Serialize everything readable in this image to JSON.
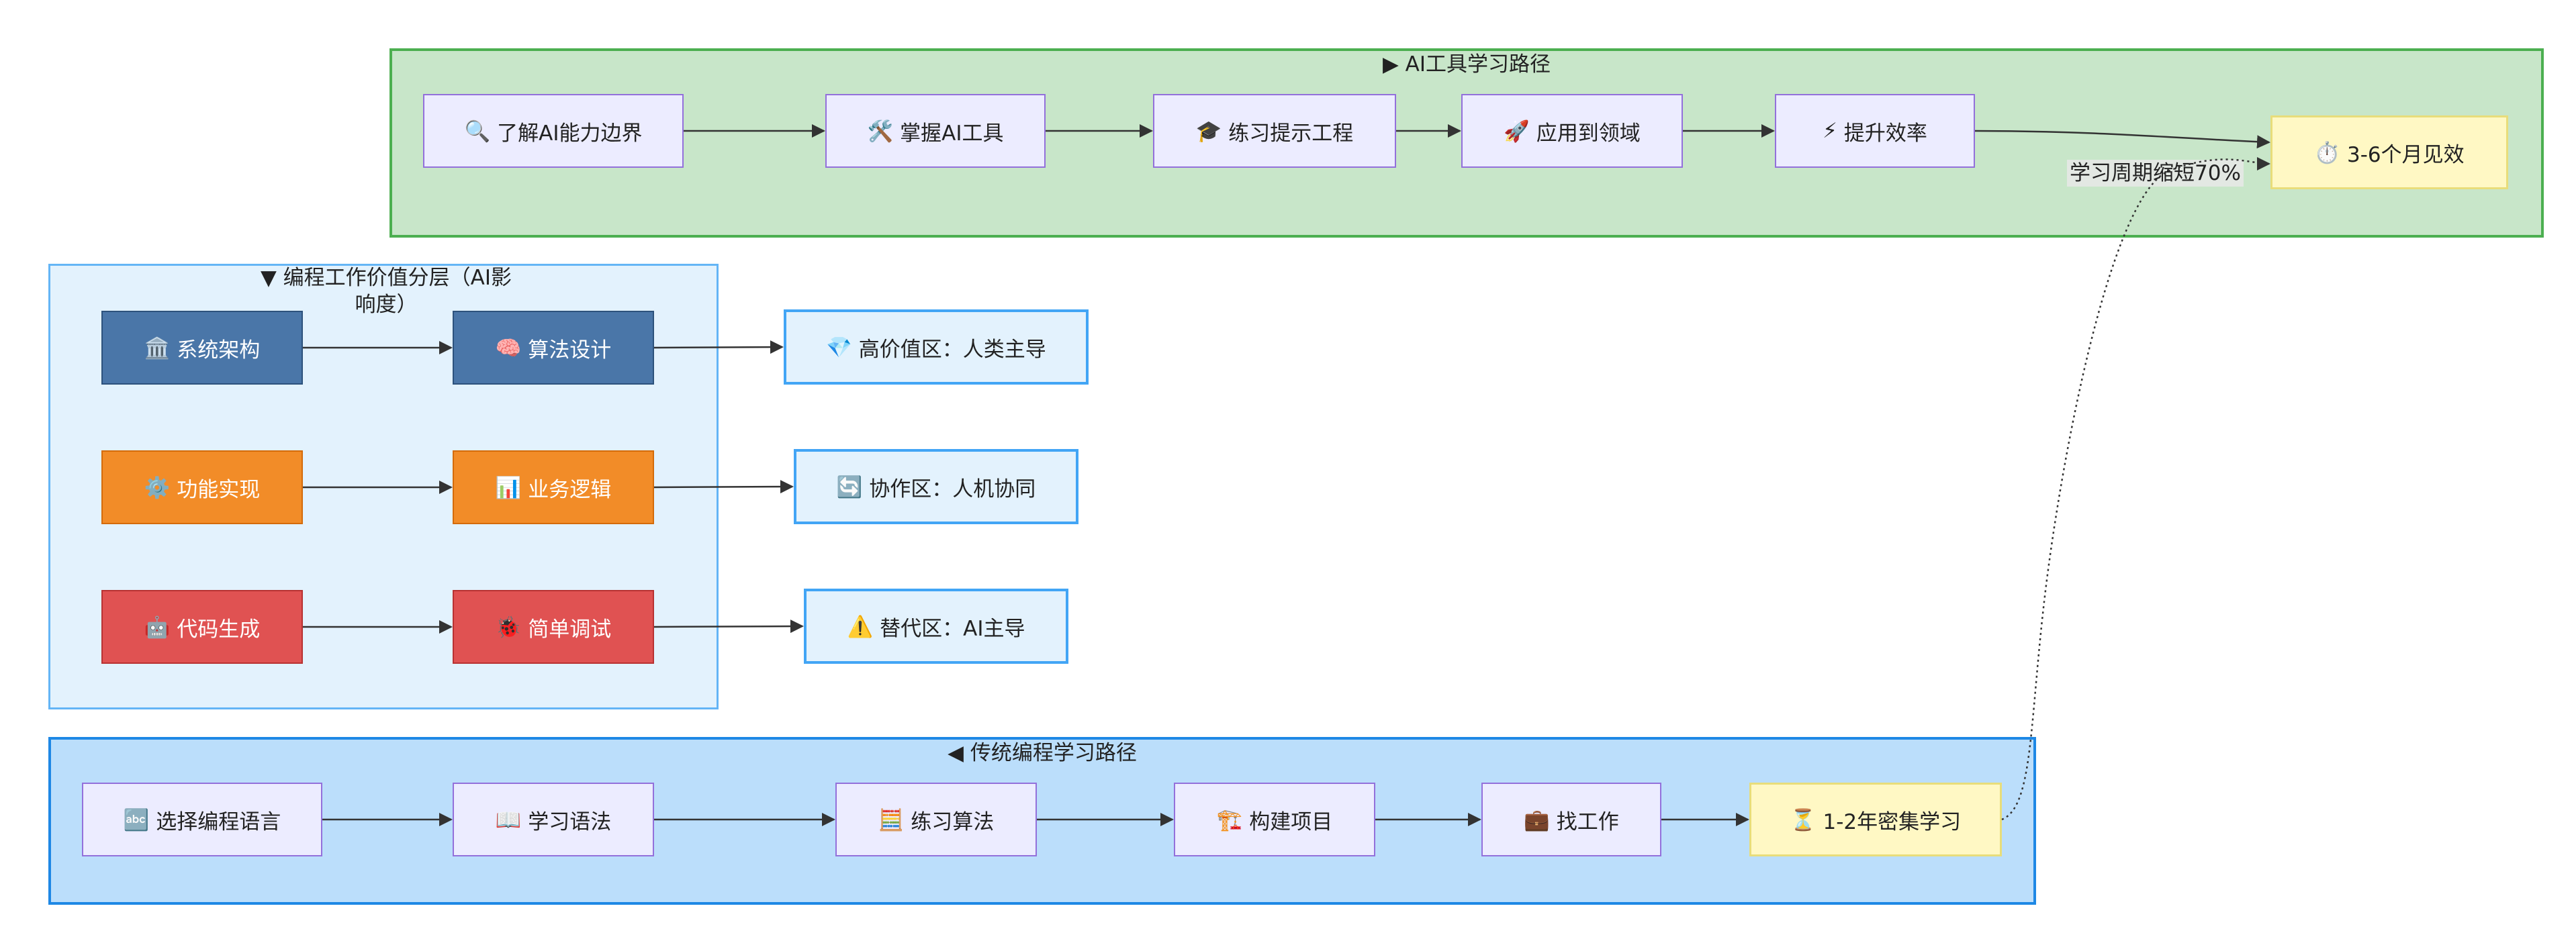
{
  "clusters": {
    "ai": {
      "title": "▶ AI工具学习路径",
      "fill": "#c8e6c9",
      "stroke": "#4caf50"
    },
    "value": {
      "title_line1": "▼ 编程工作价值分层（AI影",
      "title_line2": "响度）",
      "fill": "#e3f2fd",
      "stroke": "#64b5f6"
    },
    "traditional": {
      "title": "◀ 传统编程学习路径",
      "fill": "#bbdefb",
      "stroke": "#1e88e5"
    }
  },
  "ai_path": [
    {
      "icon": "🔍",
      "label": "了解AI能力边界"
    },
    {
      "icon": "🛠️",
      "label": "掌握AI工具"
    },
    {
      "icon": "🎓",
      "label": "练习提示工程"
    },
    {
      "icon": "🚀",
      "label": "应用到领域"
    },
    {
      "icon": "⚡",
      "label": "提升效率"
    }
  ],
  "ai_result": {
    "icon": "⏱️",
    "label": "3-6个月见效"
  },
  "value_layers": [
    {
      "a_icon": "🏛️",
      "a_label": "系统架构",
      "b_icon": "🧠",
      "b_label": "算法设计",
      "zone_icon": "💎",
      "zone_label": "高价值区：人类主导",
      "color": "#4a76a8"
    },
    {
      "a_icon": "⚙️",
      "a_label": "功能实现",
      "b_icon": "📊",
      "b_label": "业务逻辑",
      "zone_icon": "🔄",
      "zone_label": "协作区：人机协同",
      "color": "#f28c28"
    },
    {
      "a_icon": "🤖",
      "a_label": "代码生成",
      "b_icon": "🐞",
      "b_label": "简单调试",
      "zone_icon": "⚠️",
      "zone_label": "替代区：AI主导",
      "color": "#e05252"
    }
  ],
  "traditional_path": [
    {
      "icon": "🔤",
      "label": "选择编程语言"
    },
    {
      "icon": "📖",
      "label": "学习语法"
    },
    {
      "icon": "🧮",
      "label": "练习算法"
    },
    {
      "icon": "🏗️",
      "label": "构建项目"
    },
    {
      "icon": "💼",
      "label": "找工作"
    }
  ],
  "traditional_result": {
    "icon": "⏳",
    "label": "1-2年密集学习"
  },
  "dotted_edge_label": "学习周期缩短70%"
}
